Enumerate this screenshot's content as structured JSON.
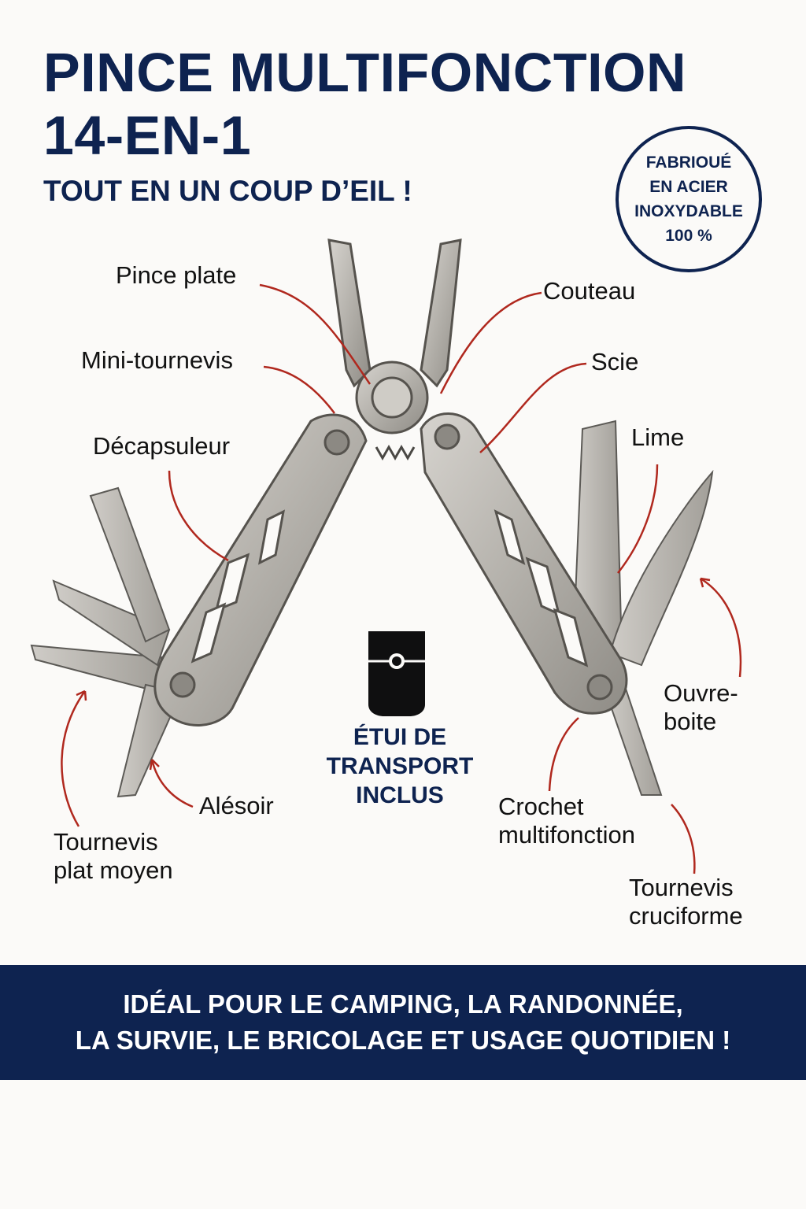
{
  "header": {
    "title_line1": "PINCE MULTIFONCTION",
    "title_line2": "14-EN-1",
    "subtitle": "TOUT EN UN COUP D’EIL !"
  },
  "badge": {
    "line1": "FABRIOUÉ",
    "line2": "EN ACIER",
    "line3": "INOXYDABLE",
    "line4": "100 %"
  },
  "labels": {
    "pince_plate": "Pince plate",
    "couteau": "Couteau",
    "mini_tournevis": "Mini-tournevis",
    "scie": "Scie",
    "decapsuleur": "Décapsuleur",
    "lime": "Lime",
    "ouvre_boite_1": "Ouvre-",
    "ouvre_boite_2": "boite",
    "alesoir": "Alésoir",
    "crochet_1": "Crochet",
    "crochet_2": "multifonction",
    "tournevis_plat_1": "Tournevis",
    "tournevis_plat_2": "plat moyen",
    "tournevis_cruci_1": "Tournevis",
    "tournevis_cruci_2": "cruciforme"
  },
  "pouch": {
    "line1": "ÉTUI DE",
    "line2": "TRANSPORT",
    "line3": "INCLUS"
  },
  "banner": {
    "line1": "IDÉAL POUR LE CAMPING, LA RANDONNÉE,",
    "line2": "LA SURVIE, LE BRICOLAGE ET USAGE QUOTIDIEN !"
  },
  "colors": {
    "navy": "#0e2350",
    "callout_red": "#b0281e",
    "steel": "#b9b6b1"
  }
}
